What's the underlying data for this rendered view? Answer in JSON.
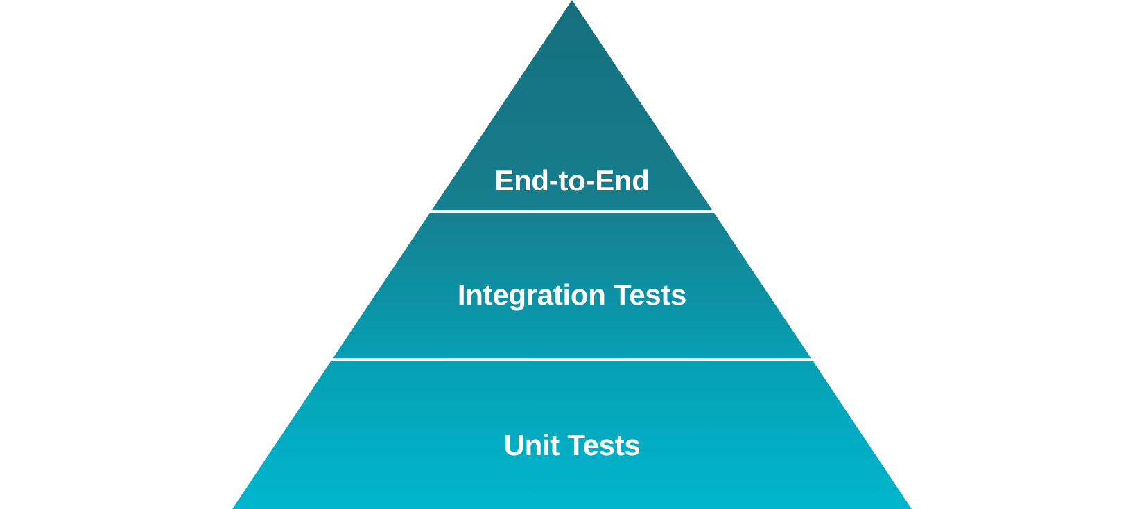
{
  "pyramid": {
    "tiers": [
      {
        "label": "End-to-End"
      },
      {
        "label": "Integration Tests"
      },
      {
        "label": "Unit Tests"
      }
    ],
    "colors": {
      "gradient_top": "#156e7d",
      "gradient_upper_mid": "#167e8e",
      "gradient_lower_mid": "#05a0b4",
      "gradient_bottom": "#00b6ce",
      "divider": "#ffffff",
      "label_text": "#ffffff",
      "background": "#ffffff"
    }
  }
}
